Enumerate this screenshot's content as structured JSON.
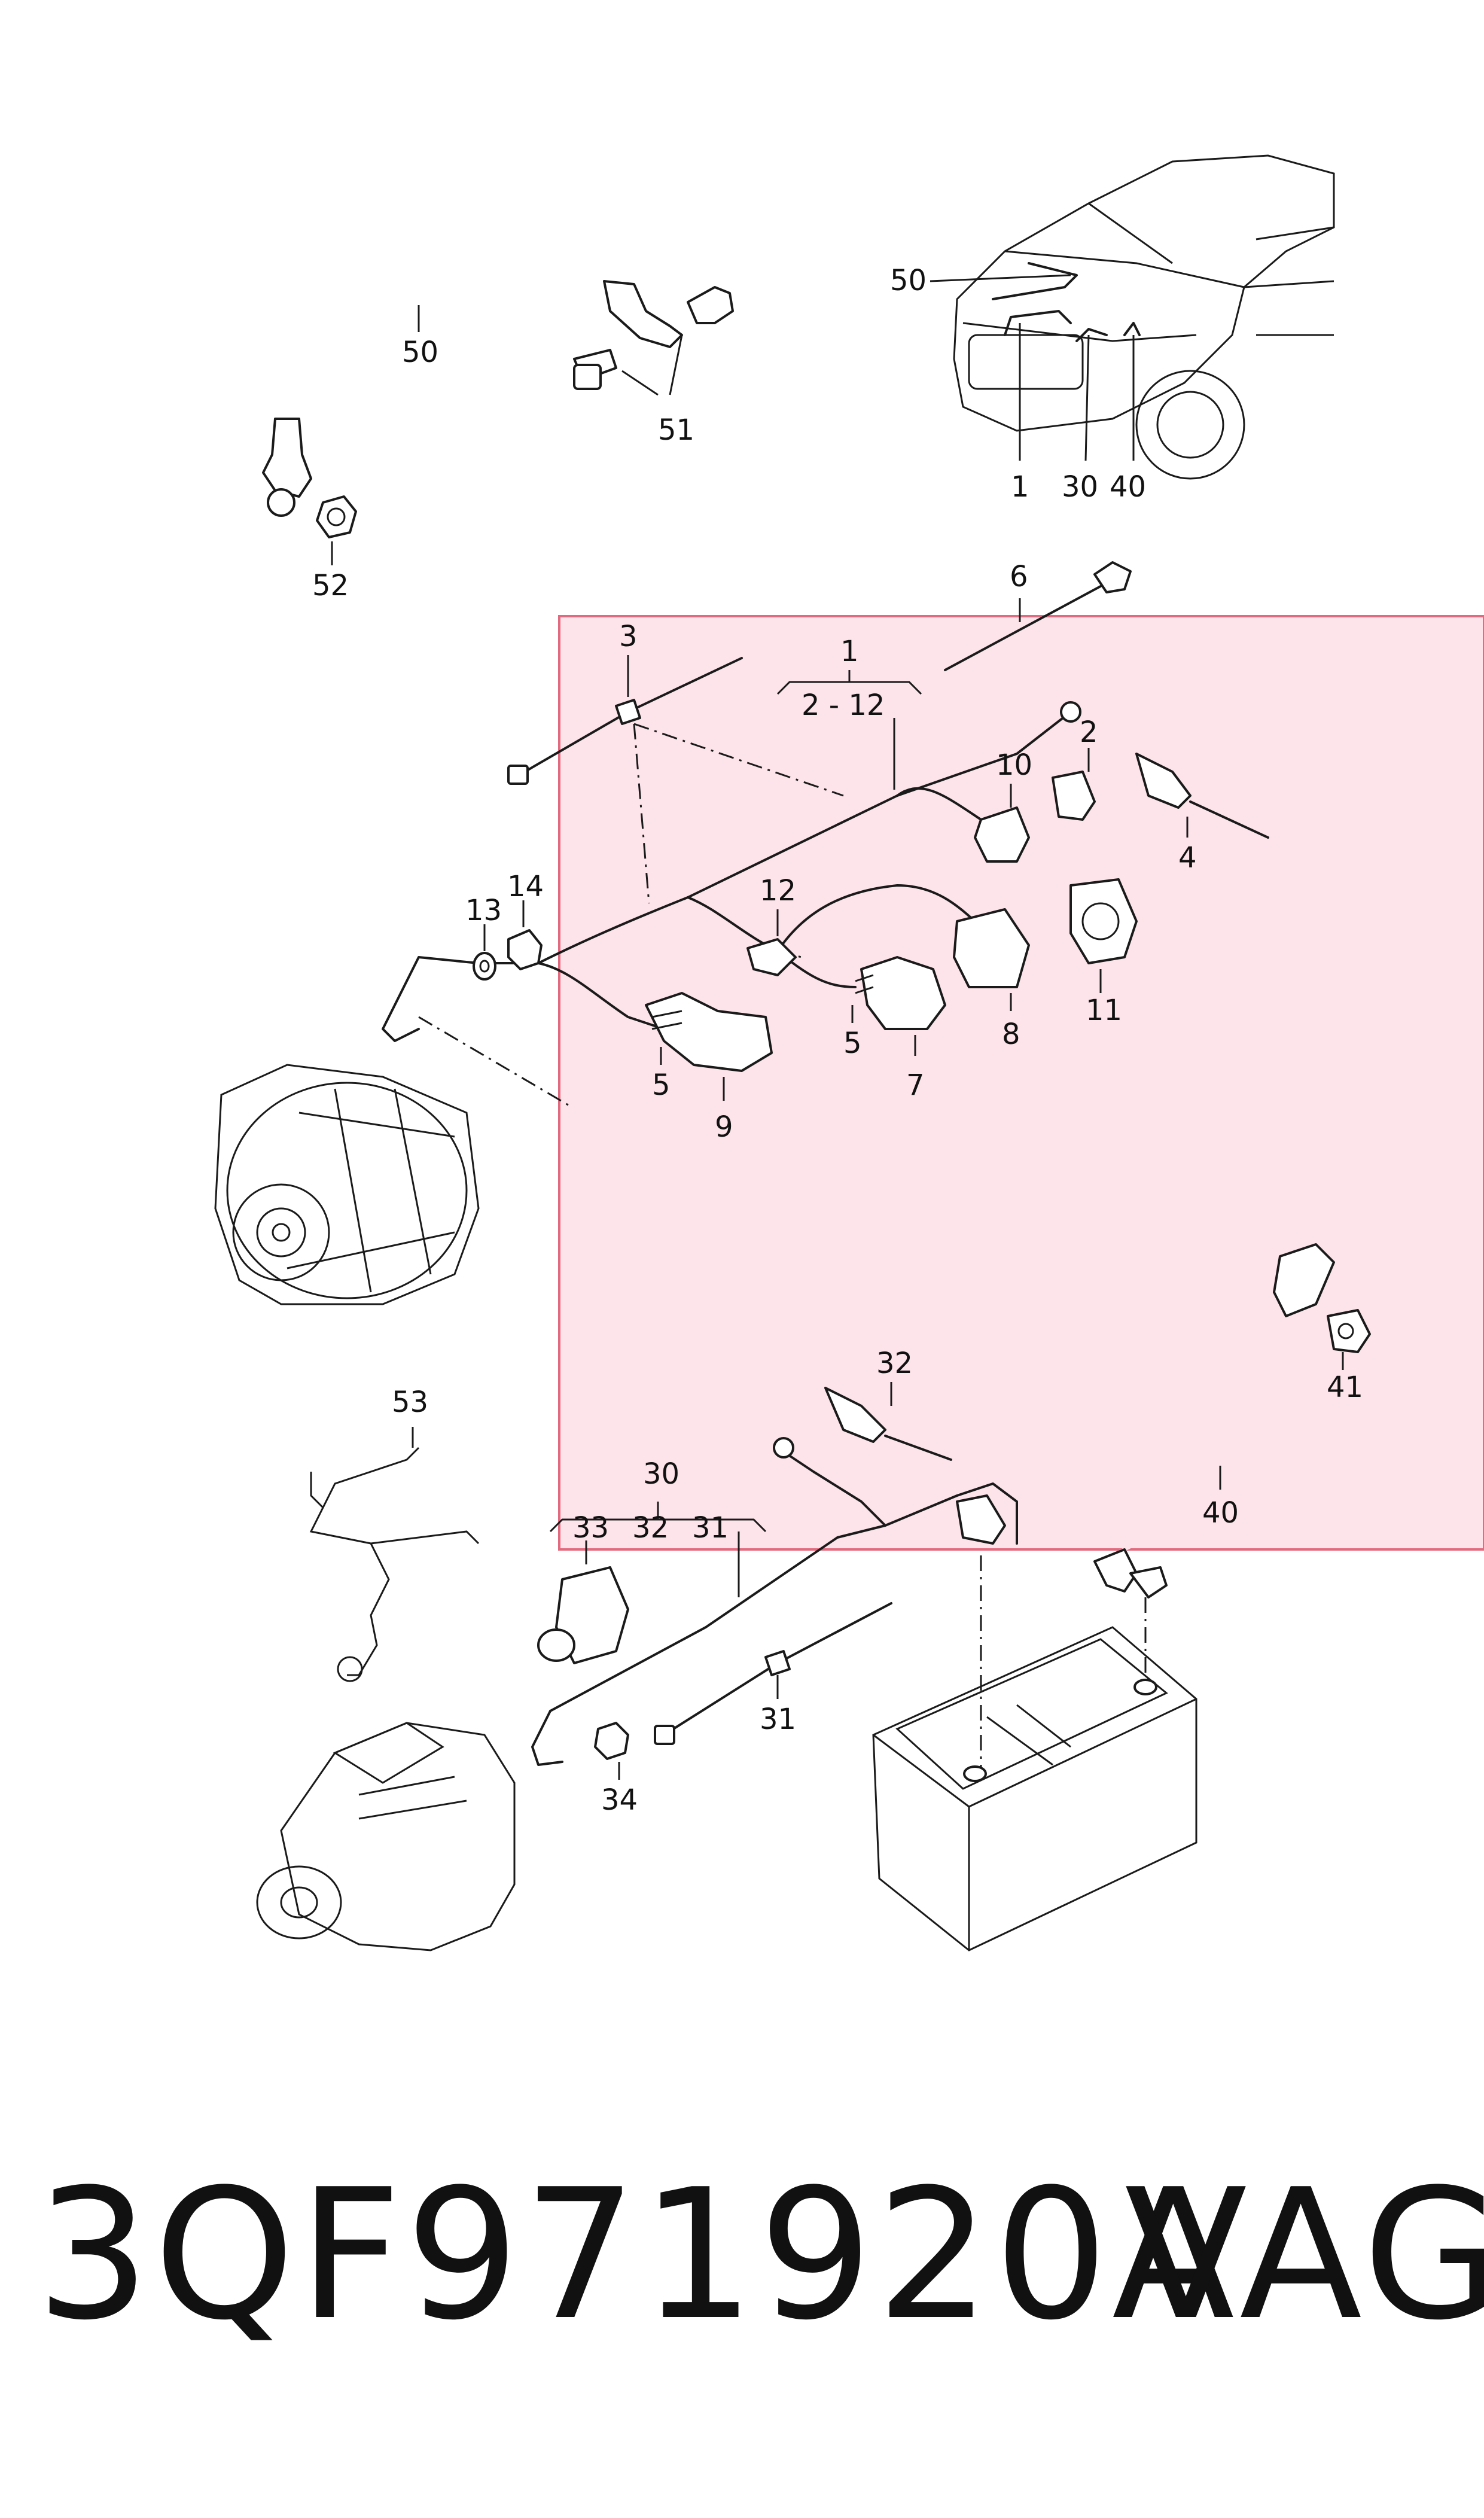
{
  "colors": {
    "highlight_fill": "#fde3ea",
    "highlight_stroke": "#e26a7e",
    "line": "#1a1a1a",
    "background": "#ffffff"
  },
  "callouts": {
    "c1": "1",
    "c1_range": "2 - 12",
    "c2": "2",
    "c3": "3",
    "c4": "4",
    "c5a": "5",
    "c5b": "5",
    "c6": "6",
    "c7": "7",
    "c8": "8",
    "c9": "9",
    "c10": "10",
    "c11": "11",
    "c12": "12",
    "c13": "13",
    "c14": "14",
    "c30": "30",
    "c30_sub_33": "33",
    "c30_sub_32": "32",
    "c30_sub_31": "31",
    "c31": "31",
    "c32": "32",
    "c34": "34",
    "c40": "40",
    "c41": "41",
    "c50": "50",
    "c51": "51",
    "c52": "52",
    "c53": "53",
    "car_50": "50",
    "car_1": "1",
    "car_30": "30",
    "car_40": "40"
  },
  "footer": {
    "part_number": "3QF971920A",
    "brand": "VAG"
  }
}
